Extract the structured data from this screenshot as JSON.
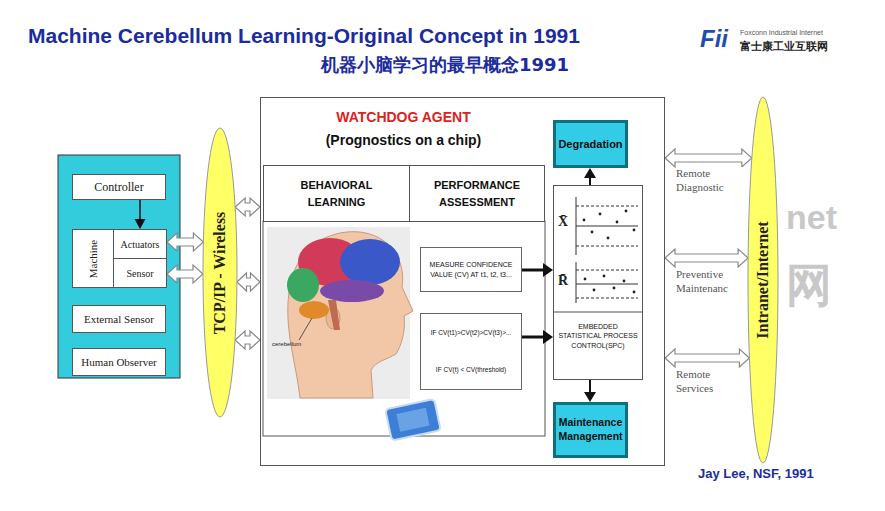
{
  "diagram": {
    "title": "Machine Cerebellum Learning-Original Concept in 1991",
    "nodes": [
      {
        "text": [
          "Controller"
        ]
      },
      {
        "text": [
          "Machine"
        ]
      },
      {
        "text": [
          "Actuators"
        ],
        "in": 1
      },
      {
        "text": [
          "Sensor"
        ],
        "in": 1
      },
      {
        "text": [
          "External Sensor"
        ]
      },
      {
        "text": [
          "Human Observer"
        ]
      },
      {
        "text": [
          "TCP/IP - Wireless"
        ]
      },
      {
        "text": [
          "WATCHDOG AGENT",
          "(Prognostics on a chip)"
        ]
      },
      {
        "text": [
          "BEHAVIORAL LEARNING"
        ],
        "in": 7
      },
      {
        "text": [
          "PERFORMANCE ASSESSMENT"
        ],
        "in": 7
      },
      {
        "text": [
          "MEASURE CONFIDENCE VALUE (CV) AT t1, t2, t3..."
        ],
        "in": 7
      },
      {
        "text": [
          "IF CV(t1)>CV(t2)>CV(t3)>...",
          "IF CV(t) < CV(threshold)"
        ],
        "in": 7
      },
      {
        "text": [
          "EMBEDDED STATISTICAL PROCESS CONTROL(SPC)"
        ],
        "in": 7
      },
      {
        "text": [
          "Degradation"
        ],
        "in": 7
      },
      {
        "text": [
          "Maintenance Management"
        ],
        "in": 7
      },
      {
        "text": [
          "Intranet/Internet"
        ]
      }
    ],
    "edges": [
      {
        "from": 0,
        "to": 2,
        "arrow": "to"
      },
      {
        "from": 2,
        "to": 6,
        "arrow": "both"
      },
      {
        "from": 3,
        "to": 6,
        "arrow": "both"
      },
      {
        "from": 6,
        "to": 7,
        "arrow": "both"
      },
      {
        "from": 6,
        "to": 7,
        "arrow": "both"
      },
      {
        "from": 6,
        "to": 7,
        "arrow": "both"
      },
      {
        "from": 10,
        "to": 12,
        "arrow": "to"
      },
      {
        "from": 11,
        "to": 12,
        "arrow": "to"
      },
      {
        "from": 12,
        "to": 13,
        "arrow": "to"
      },
      {
        "from": 12,
        "to": 14,
        "arrow": "to"
      },
      {
        "from": 7,
        "to": 15,
        "label": "Remote Diagnostic",
        "arrow": "both"
      },
      {
        "from": 7,
        "to": 15,
        "label": "Preventive Maintenanc",
        "arrow": "both"
      },
      {
        "from": 7,
        "to": 15,
        "label": "Remote Services",
        "arrow": "both"
      }
    ],
    "labels": [
      "机器小脑学习的最早概念1991",
      "Fii",
      "Foxconn Industrial Internet",
      "富士康工业互联网",
      "X̄",
      "R̄",
      "cerebellum",
      "Jay Lee, NSF, 1991",
      "net",
      "网"
    ]
  }
}
